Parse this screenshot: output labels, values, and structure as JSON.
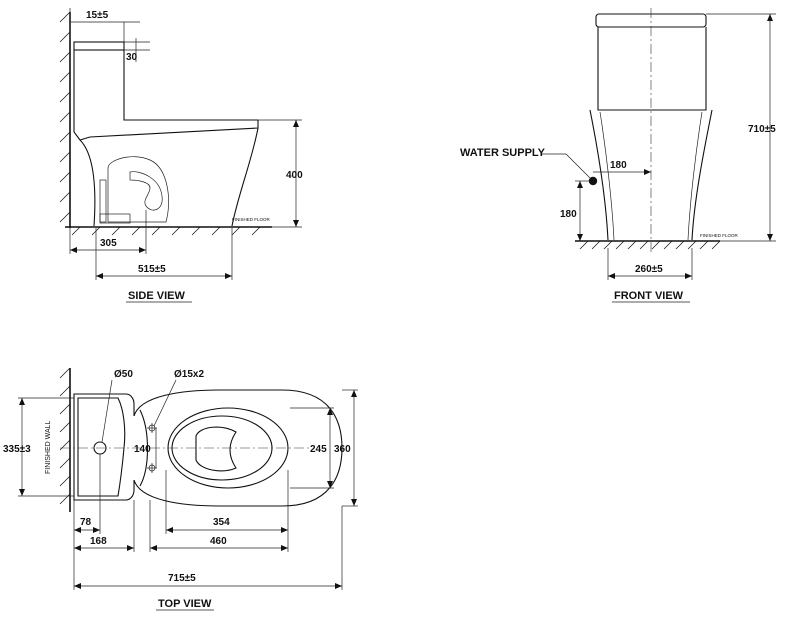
{
  "views": {
    "side": {
      "title": "SIDE VIEW",
      "dims": {
        "wall_gap": "15±5",
        "lid_step": "30",
        "height": "400",
        "outlet": "305",
        "depth": "515±5"
      },
      "floor_label": "FINISHED FLOOR"
    },
    "front": {
      "title": "FRONT VIEW",
      "water_supply_label": "WATER SUPPLY",
      "dims": {
        "supply_offset": "180",
        "supply_height": "180",
        "total_height": "710±5",
        "base_width": "260±5"
      },
      "floor_label": "FINISHED FLOOR"
    },
    "top": {
      "title": "TOP VIEW",
      "wall_label": "FINISHED WALL",
      "dims": {
        "flush_hole": "Ø50",
        "fix_holes": "Ø15x2",
        "tank_width": "335±3",
        "hole_spacing": "140",
        "bowl_width": "245",
        "total_width": "360",
        "wall_to_hole": "78",
        "wall_to_tank": "168",
        "bowl_opening": "354",
        "bowl_length": "460",
        "total_length": "715±5"
      }
    }
  }
}
